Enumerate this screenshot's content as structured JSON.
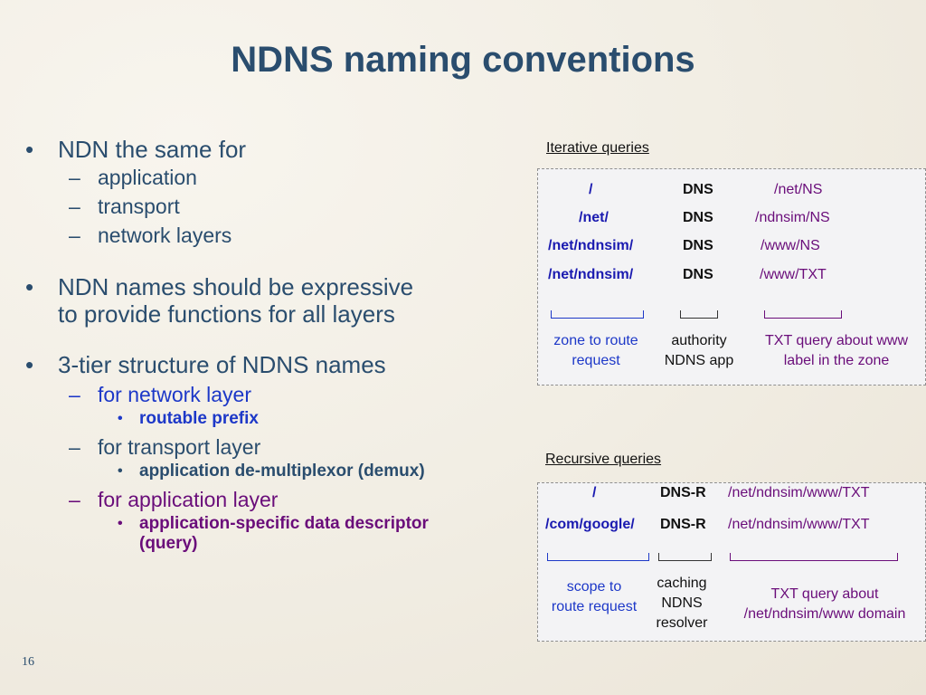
{
  "title": "NDNS naming conventions",
  "bullets": {
    "b1": "NDN the same for",
    "b1_items": [
      "application",
      "transport",
      "network layers"
    ],
    "b2_line1": "NDN names should be expressive",
    "b2_line2": "to provide functions for all layers",
    "b3": "3-tier structure of NDNS names",
    "b3_network": "for network layer",
    "b3_network_sub": "routable prefix",
    "b3_transport": "for transport layer",
    "b3_transport_sub": "application de-multiplexor (demux)",
    "b3_application": "for application layer",
    "b3_application_sub_line1": "application-specific data descriptor",
    "b3_application_sub_line2": "(query)"
  },
  "iterative": {
    "title": "Iterative queries",
    "rows": [
      {
        "zone": "/",
        "app": "DNS",
        "query": "/net/NS"
      },
      {
        "zone": "/net/",
        "app": "DNS",
        "query": "/ndnsim/NS"
      },
      {
        "zone": "/net/ndnsim/",
        "app": "DNS",
        "query": "/www/NS"
      },
      {
        "zone": "/net/ndnsim/",
        "app": "DNS",
        "query": "/www/TXT"
      }
    ],
    "notes": {
      "zone_line1": "zone to route",
      "zone_line2": "request",
      "app_line1": "authority",
      "app_line2": "NDNS app",
      "query_line1": "TXT query about www",
      "query_line2": "label in the zone"
    }
  },
  "recursive": {
    "title": "Recursive queries",
    "rows": [
      {
        "zone": "/",
        "app": "DNS-R",
        "query": "/net/ndnsim/www/TXT"
      },
      {
        "zone": "/com/google/",
        "app": "DNS-R",
        "query": "/net/ndnsim/www/TXT"
      }
    ],
    "notes": {
      "zone_line1": "scope to",
      "zone_line2": "route request",
      "app_line1": "caching",
      "app_line2": "NDNS",
      "app_line3": "resolver",
      "query_line1": "TXT query about",
      "query_line2": "/net/ndnsim/www domain"
    }
  },
  "page_number": "16",
  "colors": {
    "title": "#2a4d6e",
    "blue_text": "#1d38c8",
    "purple_text": "#6a0d7a"
  }
}
